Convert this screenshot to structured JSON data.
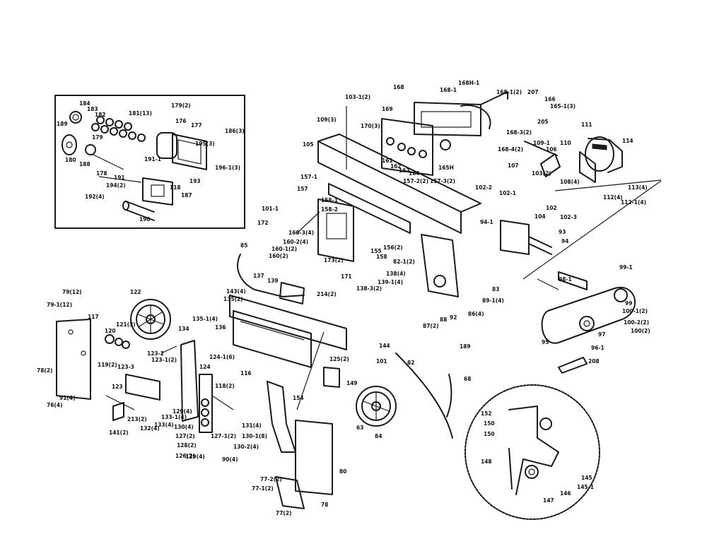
{
  "labels": {
    "l184": "184",
    "l183": "183",
    "l182": "182",
    "l181": "181(13)",
    "l179b": "179(2)",
    "l176": "176",
    "l177": "177",
    "l186": "186(3)",
    "l195": "195(3)",
    "l196": "196-1(3)",
    "l189": "189",
    "l179": "179",
    "l180": "180",
    "l188": "188",
    "l178": "178",
    "l191": "191",
    "l191_1": "191-1",
    "l193": "193",
    "l194": "194(2)",
    "l118a": "118",
    "l192": "192(4)",
    "l187": "187",
    "l190": "190",
    "l103_1": "103-1(2)",
    "l168": "168",
    "l168_1": "168-1",
    "l168h": "168H-1",
    "l168_1b": "168-1(2)",
    "l207": "207",
    "l166": "166",
    "l165": "165-1(3)",
    "l169": "169",
    "l109": "109(3)",
    "l170": "170(3)",
    "l205": "205",
    "l111": "111",
    "l105": "105",
    "l114": "114",
    "l168_3": "168-3(2)",
    "l168_4": "168-4(2)",
    "l109_1": "109-1",
    "l110": "110",
    "l106": "106",
    "l161": "161",
    "l162": "162",
    "l163": "163",
    "l164": "164",
    "l165h": "165H",
    "l107": "107",
    "l157_1": "157-1",
    "l103_2": "103(2)",
    "l157": "157",
    "l157_2": "157-2(2)",
    "l157_3": "157-3(2)",
    "l102_2": "102-2",
    "l102_1": "102-1",
    "l108": "108(4)",
    "l113": "113(4)",
    "l112": "112(4)",
    "l112_1": "112-1(4)",
    "l104": "104",
    "l102": "102",
    "l102_3": "102-3",
    "l101_1": "101-1",
    "l172": "172",
    "l158_1": "158-1",
    "l158_2": "158-2",
    "l160_3": "160-3(4)",
    "l160_2": "160-2(4)",
    "l160_1": "160-1(2)",
    "l160": "160(2)",
    "l85": "85",
    "l137": "137",
    "l139": "139",
    "l173": "173(2)",
    "l171": "171",
    "l156": "156(2)",
    "l155": "155",
    "l158": "158",
    "l82_1": "82-1(2)",
    "l138": "138(4)",
    "l139_1": "139-1(4)",
    "l138_3": "138-3(2)",
    "l94_1": "94-1",
    "l93": "93",
    "l94": "94",
    "l79": "79(12)",
    "l79_1": "79-1(12)",
    "l117": "117",
    "l122": "122",
    "l143": "143(4)",
    "l135": "135(2)",
    "l135_1": "135-1(4)",
    "l214": "214(2)",
    "l136": "136",
    "l83": "83",
    "l92": "92",
    "l86": "86(4)",
    "l89_1": "89-1(4)",
    "l87": "87(2)",
    "l88": "88",
    "l98_1": "98-1",
    "l99_1": "99-1",
    "l99": "99",
    "l100_1": "100-1(2)",
    "l100_2": "100-2(2)",
    "l100": "100(2)",
    "l97": "97",
    "l96_1": "96-1",
    "l95": "95",
    "l208": "208",
    "l121": "121(3)",
    "l120": "120",
    "l119": "119(2)",
    "l134": "134",
    "l123_2": "123-2",
    "l123_1": "123-1(2)",
    "l123_3": "123-3",
    "l124_1": "124-1(6)",
    "l124": "124",
    "l144": "144",
    "l189b": "189",
    "l125": "125(2)",
    "l101": "101",
    "l118b": "118(2)",
    "l116": "116",
    "l78": "78(2)",
    "l91": "91(4)",
    "l76": "76(4)",
    "l123": "123",
    "l213": "213(2)",
    "l133": "133(4)",
    "l132": "132(4)",
    "l133_1": "133-1(4)",
    "l141": "141(2)",
    "l129": "129(4)",
    "l130": "130(4)",
    "l131": "131(4)",
    "l127": "127(2)",
    "l128": "128(2)",
    "l126": "126(2)",
    "l127_1": "127-1(2)",
    "l130_1": "130-1(8)",
    "l130_2": "130-2(4)",
    "l129b": "129(4)",
    "l90": "90(4)",
    "l154": "154",
    "l149": "149",
    "l84": "84",
    "l63": "63",
    "l82": "82",
    "l68": "68",
    "l77_2": "77-2(2)",
    "l77_1": "77-1(2)",
    "l77": "77(2)",
    "l78b": "78",
    "l80": "80",
    "l152": "152",
    "l150": "150",
    "l150b": "150",
    "l148": "148",
    "l145": "145",
    "l145_1": "145-1",
    "l146": "146",
    "l147": "147"
  }
}
